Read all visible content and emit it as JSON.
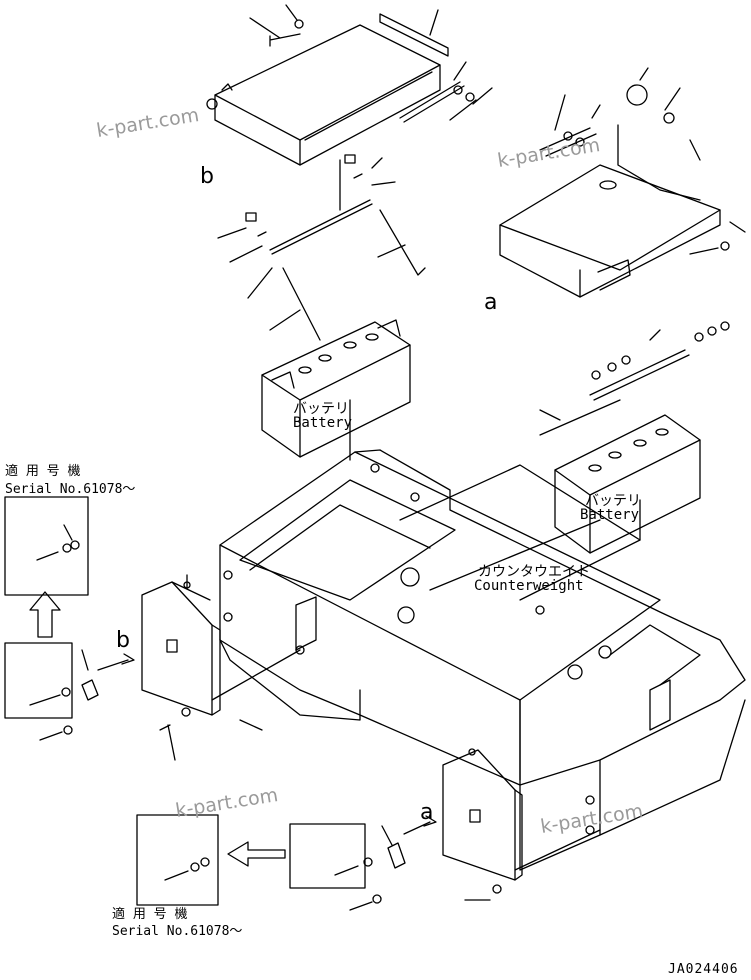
{
  "labels": {
    "battery_ja": "バッテリ",
    "battery_en": "Battery",
    "counterweight_ja": "カウンタウエイト",
    "counterweight_en": "Counterweight",
    "serial_ja": "適 用 号 機",
    "serial_en": "Serial No.61078～",
    "view_a": "a",
    "view_b": "b"
  },
  "watermark": "k-part.com",
  "drawing_ref": "JA024406",
  "colors": {
    "line": "#000000",
    "watermark": "#9a9a9a",
    "background": "#ffffff"
  }
}
